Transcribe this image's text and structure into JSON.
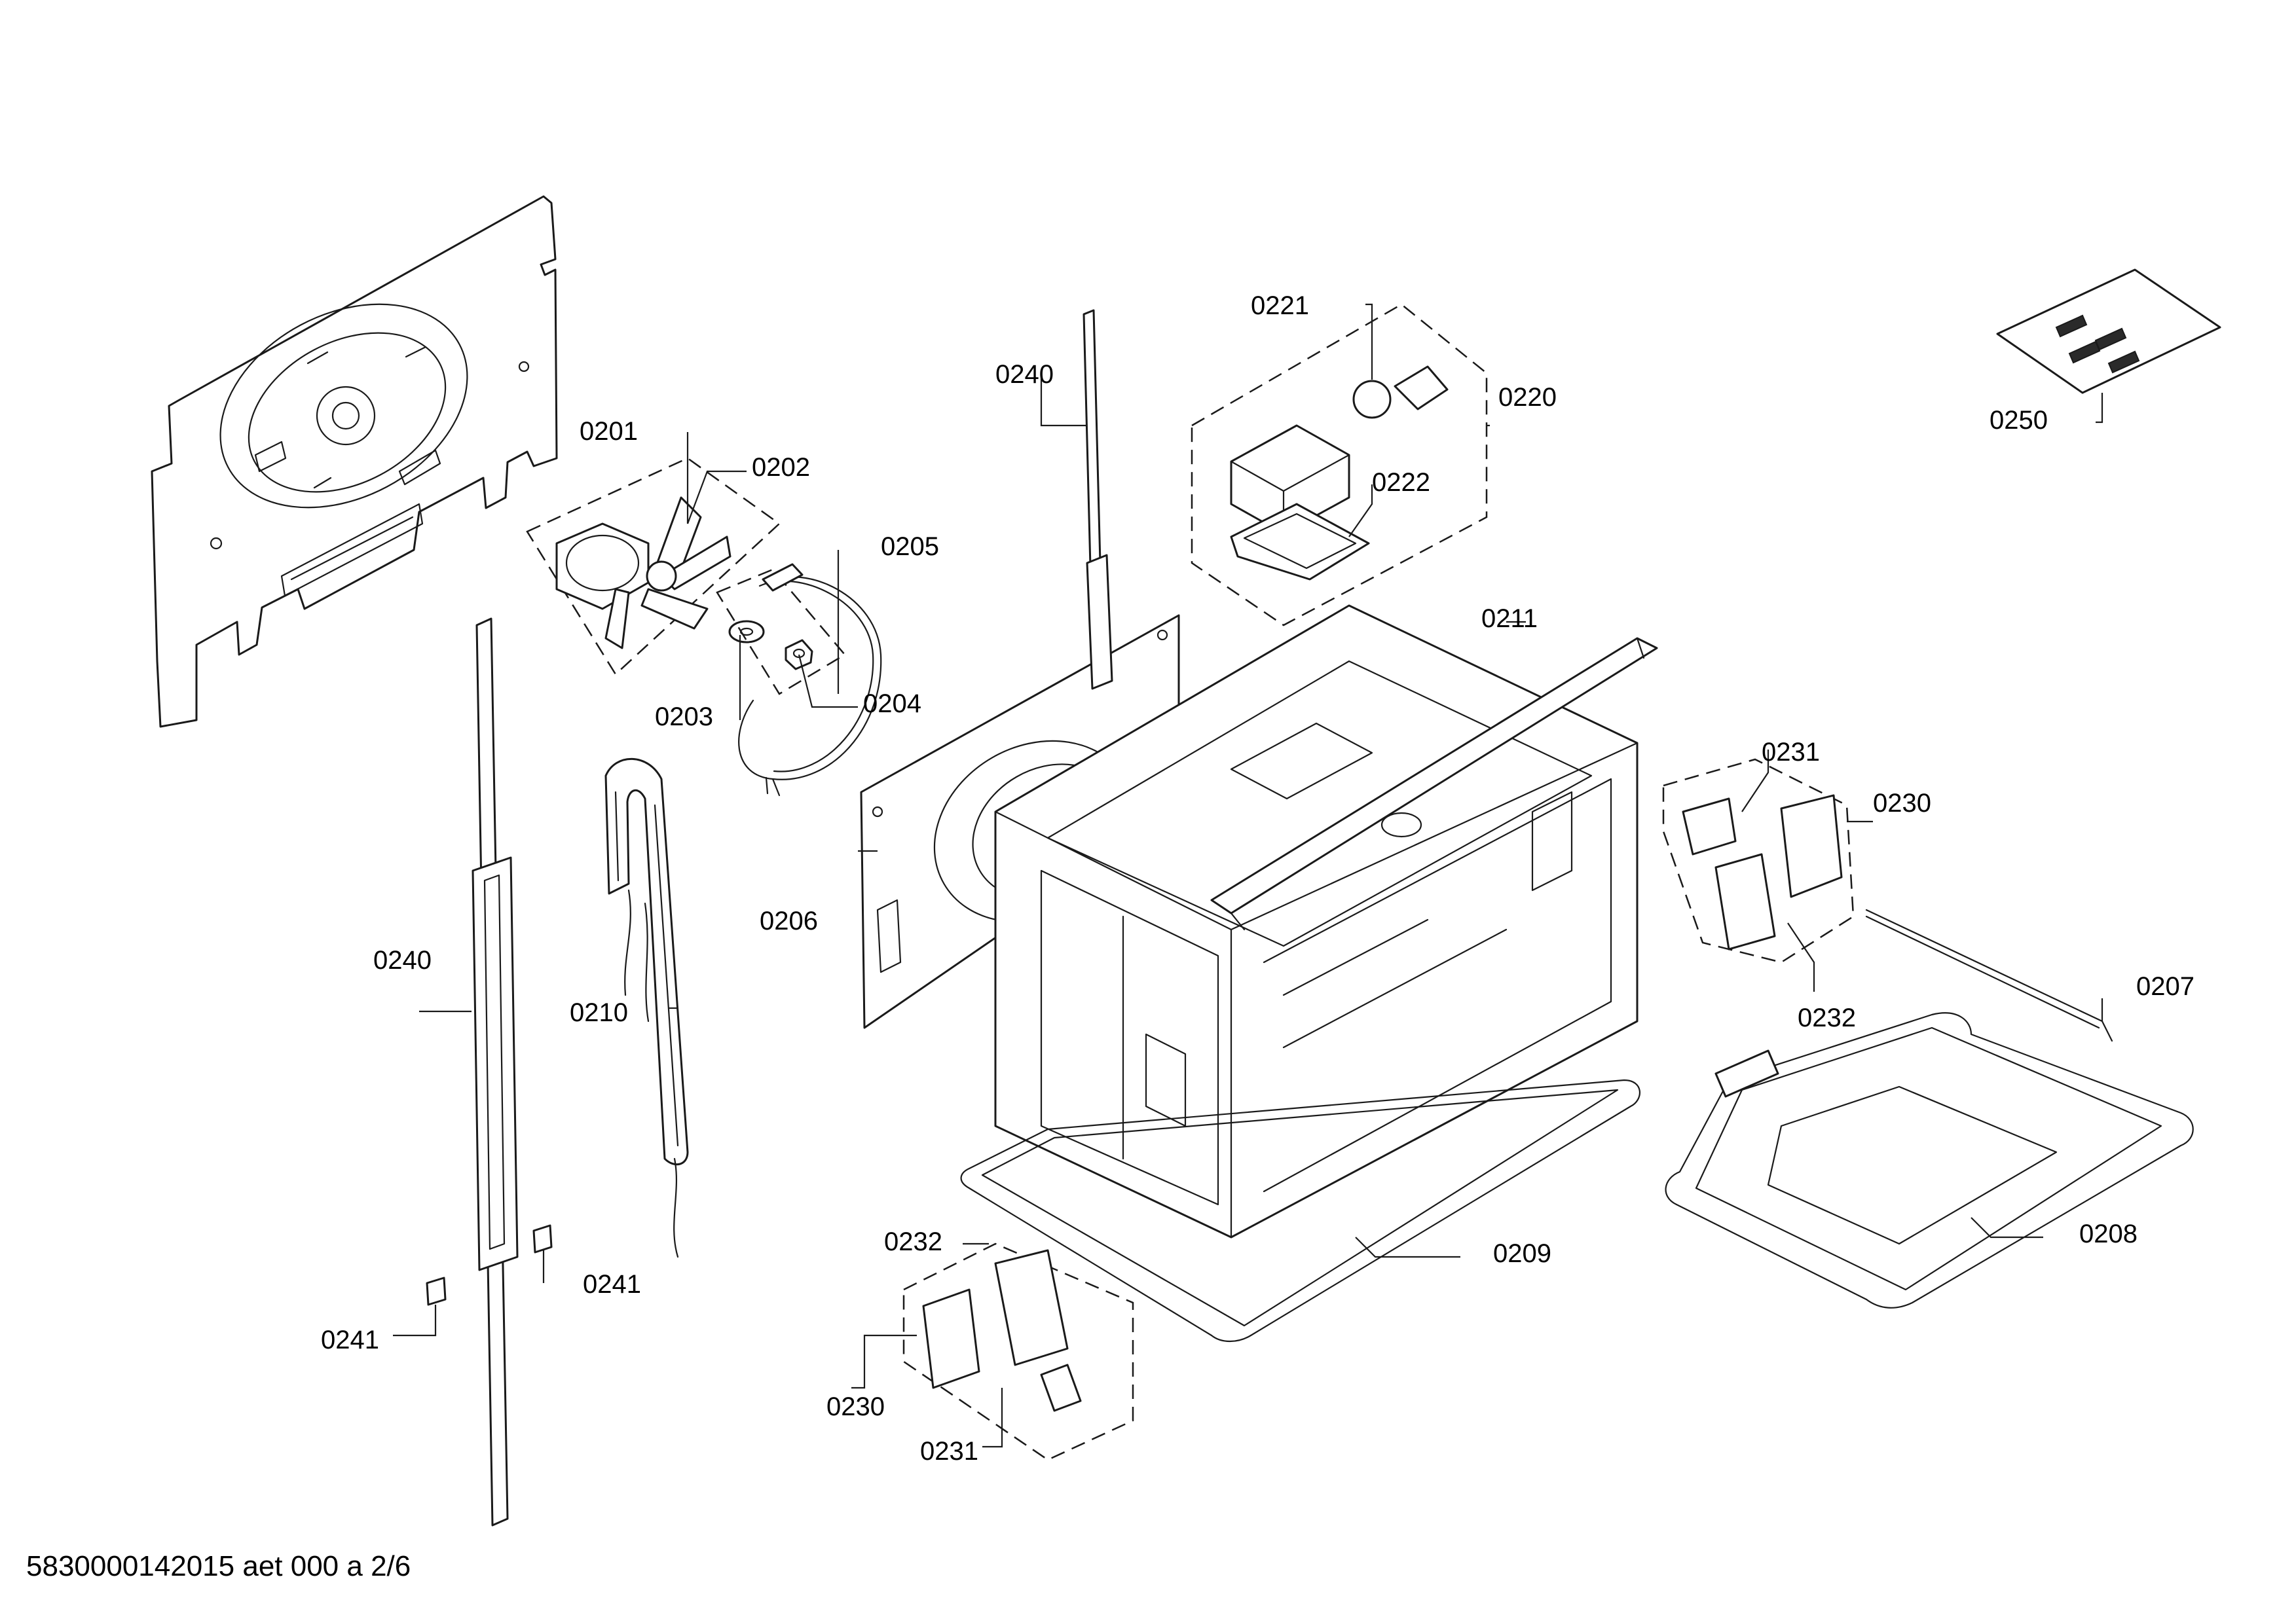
{
  "diagram": {
    "type": "exploded-parts-view",
    "callouts": {
      "c0201": "0201",
      "c0202": "0202",
      "c0203": "0203",
      "c0204": "0204",
      "c0205": "0205",
      "c0206": "0206",
      "c0207": "0207",
      "c0208": "0208",
      "c0209": "0209",
      "c0210": "0210",
      "c0211": "0211",
      "c0220": "0220",
      "c0221": "0221",
      "c0222": "0222",
      "c0230_right": "0230",
      "c0230_bottom": "0230",
      "c0231_right": "0231",
      "c0231_bottom": "0231",
      "c0232_right": "0232",
      "c0232_bottom": "0232",
      "c0240_top": "0240",
      "c0240_left": "0240",
      "c0241_left": "0241",
      "c0241_center": "0241",
      "c0250": "0250"
    }
  },
  "footer": {
    "doc_code": "5830000142015 aet 000 a 2/6"
  }
}
